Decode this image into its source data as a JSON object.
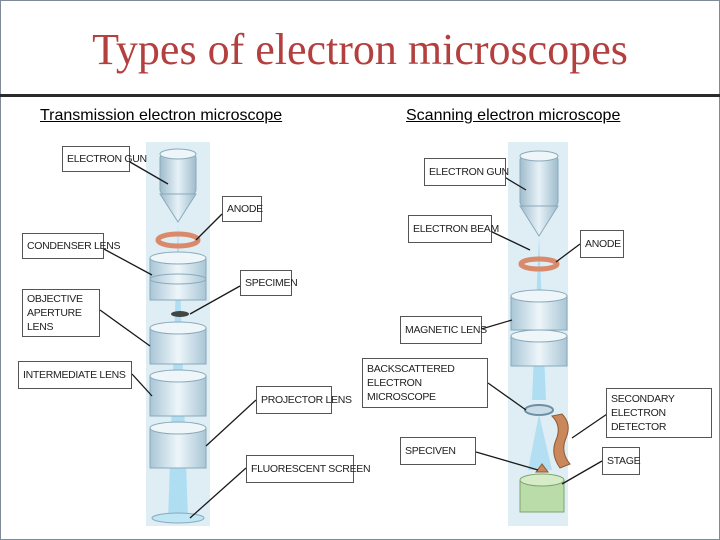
{
  "title": "Types of electron microscopes",
  "tem": {
    "heading": "Transmission electron microscope",
    "labels": {
      "electron_gun": "ELECTRON GUN",
      "anode": "ANODE",
      "condenser_lens": "CONDENSER LENS",
      "specimen": "SPECIMEN",
      "objective_aperture_lens": "OBJECTIVE APERTURE LENS",
      "intermediate_lens": "INTERMEDIATE LENS",
      "projector_lens": "PROJECTOR LENS",
      "fluorescent_screen": "FLUORESCENT SCREEN"
    }
  },
  "sem": {
    "heading": "Scanning electron microscope",
    "labels": {
      "electron_gun": "ELECTRON GUN",
      "electron_beam": "ELECTRON BEAM",
      "anode": "ANODE",
      "magnetic_lens": "MAGNETIC LENS",
      "backscattered_detector": "BACKSCATTERED ELECTRON MICROSCOPE",
      "secondary_detector": "SECONDARY ELECTRON DETECTOR",
      "specimen": "SPECIVEN",
      "stage": "STAGE"
    }
  },
  "colors": {
    "title": "#b3403e",
    "column_bg": "#dfeef5",
    "lens_body": "#c9dde8",
    "beam": "#8fd3f0",
    "anode": "#d98a6a",
    "stage": "#b9dca8",
    "specimen": "#c9875a"
  }
}
